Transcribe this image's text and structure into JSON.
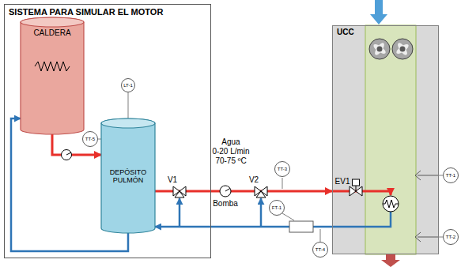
{
  "diagram": {
    "nodes": [
      {
        "text": [
          "SISTEMA PARA SIMULAR EL MOTOR"
        ]
      },
      {
        "text": [
          "CALDERA"
        ],
        "in": 0
      },
      {
        "text": [
          "DEPÓSITO PULMÓN"
        ],
        "in": 0
      },
      {
        "text": [
          "LT-1"
        ],
        "in": 0
      },
      {
        "text": [
          "TT-5"
        ],
        "in": 0
      },
      {
        "text": [
          "TT-3"
        ]
      },
      {
        "text": [
          "FT-1"
        ]
      },
      {
        "text": [
          "UCC"
        ]
      },
      {
        "text": [
          "TT-4"
        ]
      },
      {
        "text": [
          "TT-1"
        ]
      },
      {
        "text": [
          "TT-2"
        ]
      }
    ],
    "edges": [
      {
        "from": 1,
        "to": 2,
        "arrow": "to"
      },
      {
        "from": 2,
        "to": 1,
        "arrow": "to"
      },
      {
        "from": 2,
        "to": 7,
        "arrow": "to"
      },
      {
        "from": 7,
        "to": 2,
        "arrow": "to"
      },
      {
        "from": 3,
        "to": 2,
        "arrow": "none"
      },
      {
        "from": 4,
        "to": 2,
        "arrow": "none"
      },
      {
        "from": 9,
        "to": 7,
        "arrow": "none"
      },
      {
        "from": 10,
        "to": 7,
        "arrow": "none"
      }
    ],
    "labels": [
      "V1",
      "Agua",
      "0-20 L/min",
      "70-75 ºC",
      "Bomba",
      "V2",
      "EV1"
    ]
  }
}
